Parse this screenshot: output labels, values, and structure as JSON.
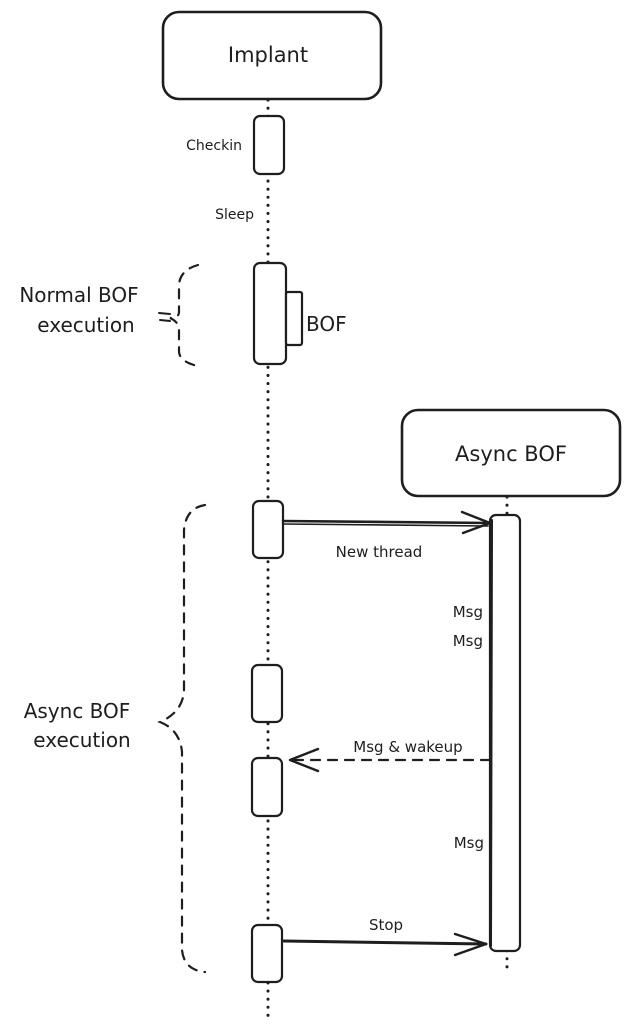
{
  "participants": {
    "implant": {
      "label": "Implant"
    },
    "async_bof": {
      "label": "Async BOF"
    }
  },
  "labels": {
    "checkin": "Checkin",
    "sleep": "Sleep",
    "bof": "BOF",
    "normal_bof_line1": "Normal BOF",
    "normal_bof_line2": "execution",
    "async_bof_line1": "Async BOF",
    "async_bof_line2": "execution"
  },
  "messages": [
    {
      "label": "New thread",
      "from": "Implant",
      "to": "Async BOF",
      "style": "solid"
    },
    {
      "label": "Msg",
      "from": "Async BOF",
      "to": "",
      "style": "note"
    },
    {
      "label": "Msg",
      "from": "Async BOF",
      "to": "",
      "style": "note"
    },
    {
      "label": "Msg & wakeup",
      "from": "Async BOF",
      "to": "Implant",
      "style": "dashed"
    },
    {
      "label": "Msg",
      "from": "Async BOF",
      "to": "",
      "style": "note"
    },
    {
      "label": "Stop",
      "from": "Implant",
      "to": "Async BOF",
      "style": "solid"
    }
  ],
  "colors": {
    "ink": "#1e1e1e",
    "background": "#ffffff"
  }
}
